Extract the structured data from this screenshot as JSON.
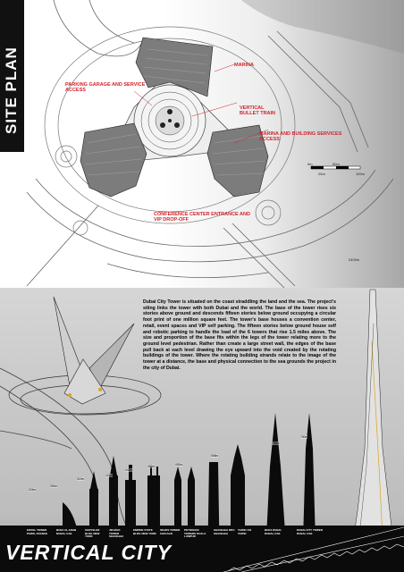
{
  "sheet": {
    "side_label": "SITE PLAN",
    "title": "VERTICAL CITY"
  },
  "site_labels": {
    "marina": "MARINA",
    "parking": "PARKING GARAGE AND SERVICE ACCESS",
    "vertical_train": "VERTICAL BULLET TRAIN",
    "marina_access": "MARINA AND BUILDING SERVICES ACCESS",
    "conference": "CONFERENCE CENTER ENTRANCE AND VIP DROP-OFF"
  },
  "scale": {
    "t1": "0m",
    "t2": "50m",
    "t3": "100m",
    "t4": "25m",
    "t5": "150m"
  },
  "height_label_top": "2400m",
  "description": "Dubai City Tower is situated on the coast straddling the land and the sea. The project's siting links the tower with both Dubai and the world. The base of the tower rises six stories above ground and descends fifteen stories below ground occupying a circular foot print of one million square feet. The tower's base houses a convention center, retail, event spaces and VIP self parking. The fifteen stories below ground house self and robotic parking to handle the load of the 6 towers that rise 1.5 miles above. The size and proportion of the base fits within the legs of the tower relating more to the ground level pedestrian. Rather than create a large street wall, the edges of the base pull back at each level drawing the eye upward into the void created by the rotating buildings of the tower. Where the rotating building strands relate to the image of the tower at a distance, the base and physical connection to the sea grounds the project in the city of Dubai.",
  "skyline": {
    "heights": [
      "324m",
      "300m",
      "319m",
      "421m",
      "443m",
      "452m",
      "492m",
      "508m",
      "705m",
      "750m"
    ],
    "names": [
      "EIFFEL TOWER PARIS, FRANCE",
      "BURJ AL ARAB DUBAI, UAE",
      "CHRYSLER BLDG NEW YORK",
      "JIN MAO TOWER SHANGHAI",
      "EMPIRE STATE BLDG NEW YORK",
      "SEARS TOWER CHICAGO",
      "PETRONAS TOWERS KUALA LUMPUR",
      "SHANGHAI WFC SHANGHAI",
      "TAIPEI 101 TAIPEI",
      "BURJ DUBAI DUBAI, UAE",
      "DUBAI CITY TOWER DUBAI, UAE"
    ]
  }
}
